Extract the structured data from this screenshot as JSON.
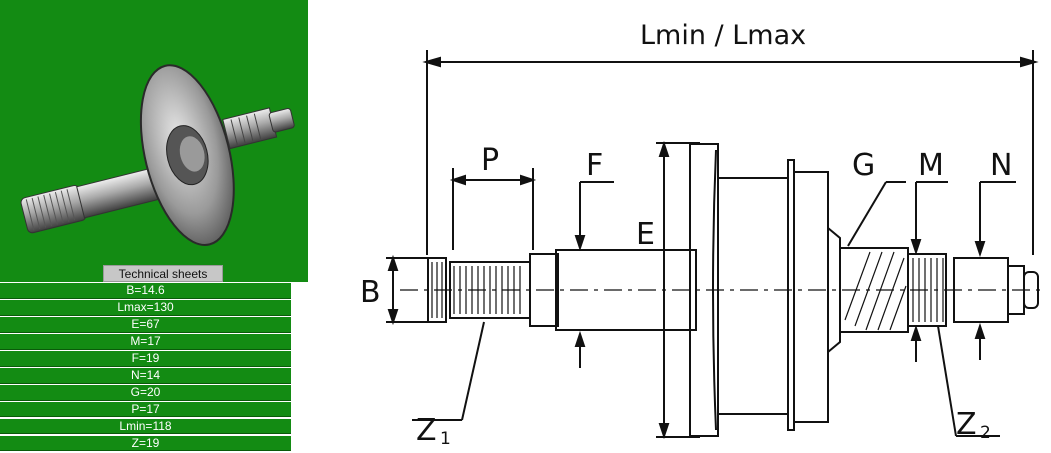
{
  "technical": {
    "header": "Technical sheets",
    "specs": [
      "B=14.6",
      "Lmax=130",
      "E=67",
      "M=17",
      "F=19",
      "N=14",
      "G=20",
      "P=17",
      "Lmin=118",
      "Z=19"
    ]
  },
  "diagram": {
    "title": "Lmin / Lmax",
    "labels": {
      "p": "P",
      "f": "F",
      "e": "E",
      "g": "G",
      "m": "M",
      "n": "N",
      "b": "B",
      "z1": "Z",
      "z1_sub": "1",
      "z2": "Z",
      "z2_sub": "2"
    }
  },
  "colors": {
    "panel_green": "#138b13",
    "header_grey": "#c7c7c7"
  }
}
